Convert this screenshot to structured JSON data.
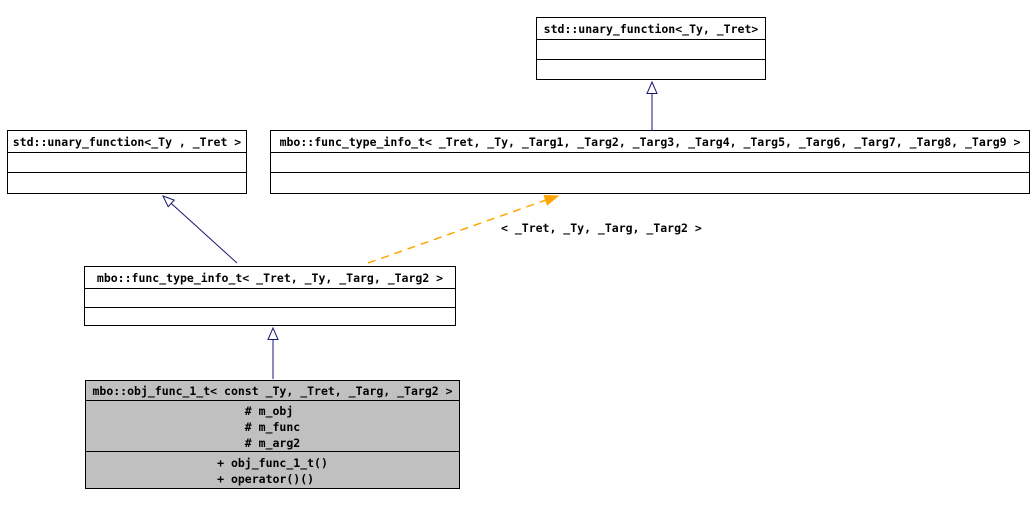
{
  "diagram": {
    "background": "#ffffff",
    "colors": {
      "inheritance_edge": "#191970",
      "template_edge": "#ffa500",
      "box_border": "#000000",
      "box_fill": "#ffffff",
      "selected_class_fill": "#c0c0c0",
      "text": "#000000"
    },
    "classes": [
      {
        "title": "std::unary_function<_Ty, _Tret>"
      },
      {
        "title": "std::unary_function<_Ty , _Tret >"
      },
      {
        "title": "mbo::func_type_info_t< _Tret, _Ty, _Targ1, _Targ2, _Targ3, _Targ4, _Targ5, _Targ6, _Targ7, _Targ8, _Targ9 >"
      },
      {
        "title": "mbo::func_type_info_t< _Tret, _Ty, _Targ, _Targ2 >"
      },
      {
        "title": "mbo::obj_func_1_t< const _Ty, _Tret, _Targ, _Targ2 >",
        "attributes": [
          "# m_obj",
          "# m_func",
          "# m_arg2"
        ],
        "methods": [
          "+ obj_func_1_t()",
          "+ operator()()"
        ]
      }
    ],
    "template_relation_label": "< _Tret, _Ty, _Targ, _Targ2 >"
  }
}
